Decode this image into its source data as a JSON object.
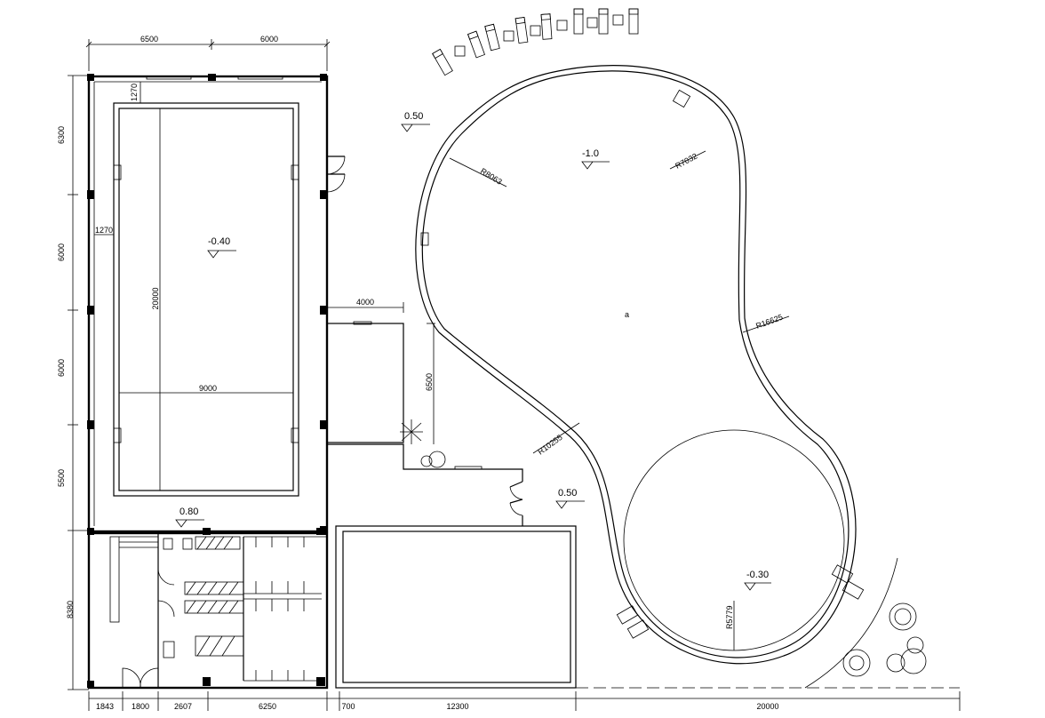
{
  "dimensions": {
    "top_1": "6500",
    "top_2": "6000",
    "left_1": "6300",
    "left_2": "6000",
    "left_3": "6000",
    "left_4": "5500",
    "left_5": "8380",
    "pool_offset_top": "1270",
    "pool_offset_left": "1270",
    "pool_length": "20000",
    "pool_width": "9000",
    "mid_width": "4000",
    "mid_height": "6500",
    "bottom_1": "1843",
    "bottom_2": "1800",
    "bottom_3": "2607",
    "bottom_4": "6250",
    "bottom_5": "700",
    "bottom_6": "12300",
    "bottom_7": "20000"
  },
  "levels": {
    "indoor_pool": "-0.40",
    "terrace_top": "0.50",
    "outdoor_pool": "-1.0",
    "outdoor_shallow": "-0.30",
    "entrance": "0.50",
    "changing": "0.80"
  },
  "radii": {
    "r1": "R8063",
    "r2": "R7032",
    "r3": "R16625",
    "r4": "R10255",
    "r5": "R5779"
  },
  "marks": {
    "center": "a"
  }
}
